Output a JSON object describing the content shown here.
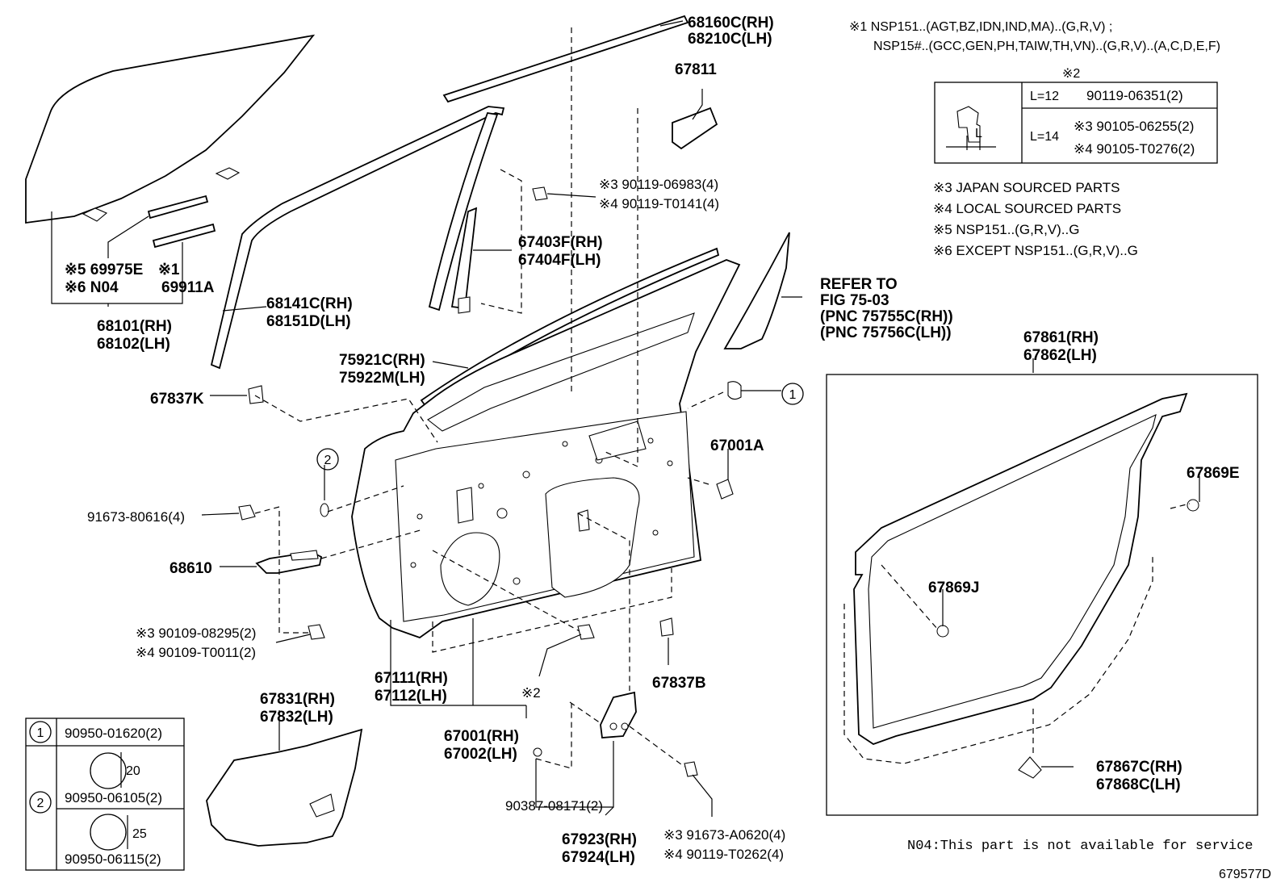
{
  "notes": {
    "note1_line1": "※1 NSP151..(AGT,BZ,IDN,IND,MA)..(G,R,V) ;",
    "note1_line2": "NSP15#..(GCC,GEN,PH,TAIW,TH,VN)..(G,R,V)..(A,C,D,E,F)",
    "note2_heading": "※2",
    "note3": "※3 JAPAN SOURCED PARTS",
    "note4": "※4 LOCAL SOURCED PARTS",
    "note5": "※5 NSP151..(G,R,V)..G",
    "note6": "※6 EXCEPT NSP151..(G,R,V)..G",
    "n04": "N04:This part is not available for service",
    "figure_id": "679577D"
  },
  "bolt_table": {
    "dim_label": "L",
    "rows": [
      {
        "length": "L=12",
        "parts": [
          "90119-06351(2)"
        ]
      },
      {
        "length": "L=14",
        "parts": [
          "※3 90105-06255(2)",
          "※4 90105-T0276(2)"
        ]
      }
    ]
  },
  "legend_table": {
    "rows": [
      {
        "ref": "1",
        "parts": [
          "90950-01620(2)"
        ]
      },
      {
        "ref": "2",
        "parts": [
          "90950-06105(2)",
          "90950-06115(2)"
        ],
        "dims": [
          "20",
          "25"
        ]
      }
    ]
  },
  "callouts": {
    "c1": "1",
    "c2": "2"
  },
  "labels": {
    "p68160c": "68160C(RH)",
    "p68210c": "68210C(LH)",
    "p67811": "67811",
    "p90119_06983": "※3 90119-06983(4)",
    "p90119_t0141": "※4 90119-T0141(4)",
    "p67403f": "67403F(RH)",
    "p67404f": "67404F(LH)",
    "p69975e": "※5 69975E",
    "p_n04": "※6 N04",
    "p69911a_mark": "※1",
    "p69911a": "69911A",
    "p68141c": "68141C(RH)",
    "p68151d": "68151D(LH)",
    "p68101": "68101(RH)",
    "p68102": "68102(LH)",
    "refer1": "REFER TO",
    "refer2": "FIG 75-03",
    "refer3": "(PNC 75755C(RH))",
    "refer4": "(PNC 75756C(LH))",
    "p75921c": "75921C(RH)",
    "p75922m": "75922M(LH)",
    "p67837k": "67837K",
    "p67001a": "67001A",
    "p67861": "67861(RH)",
    "p67862": "67862(LH)",
    "p67869e": "67869E",
    "p67869j": "67869J",
    "p91673_80616": "91673-80616(4)",
    "p68610": "68610",
    "p90109_08295": "※3 90109-08295(2)",
    "p90109_t0011": "※4 90109-T0011(2)",
    "p67111": "67111(RH)",
    "p67112": "67112(LH)",
    "p67837b": "67837B",
    "note2_ref": "※2",
    "p67001": "67001(RH)",
    "p67002": "67002(LH)",
    "p67831": "67831(RH)",
    "p67832": "67832(LH)",
    "p90387": "90387-08171(2)",
    "p67923": "67923(RH)",
    "p67924": "67924(LH)",
    "p91673_a0620": "※3 91673-A0620(4)",
    "p90119_t0262": "※4 90119-T0262(4)",
    "p67867c": "67867C(RH)",
    "p67868c": "67868C(LH)"
  }
}
